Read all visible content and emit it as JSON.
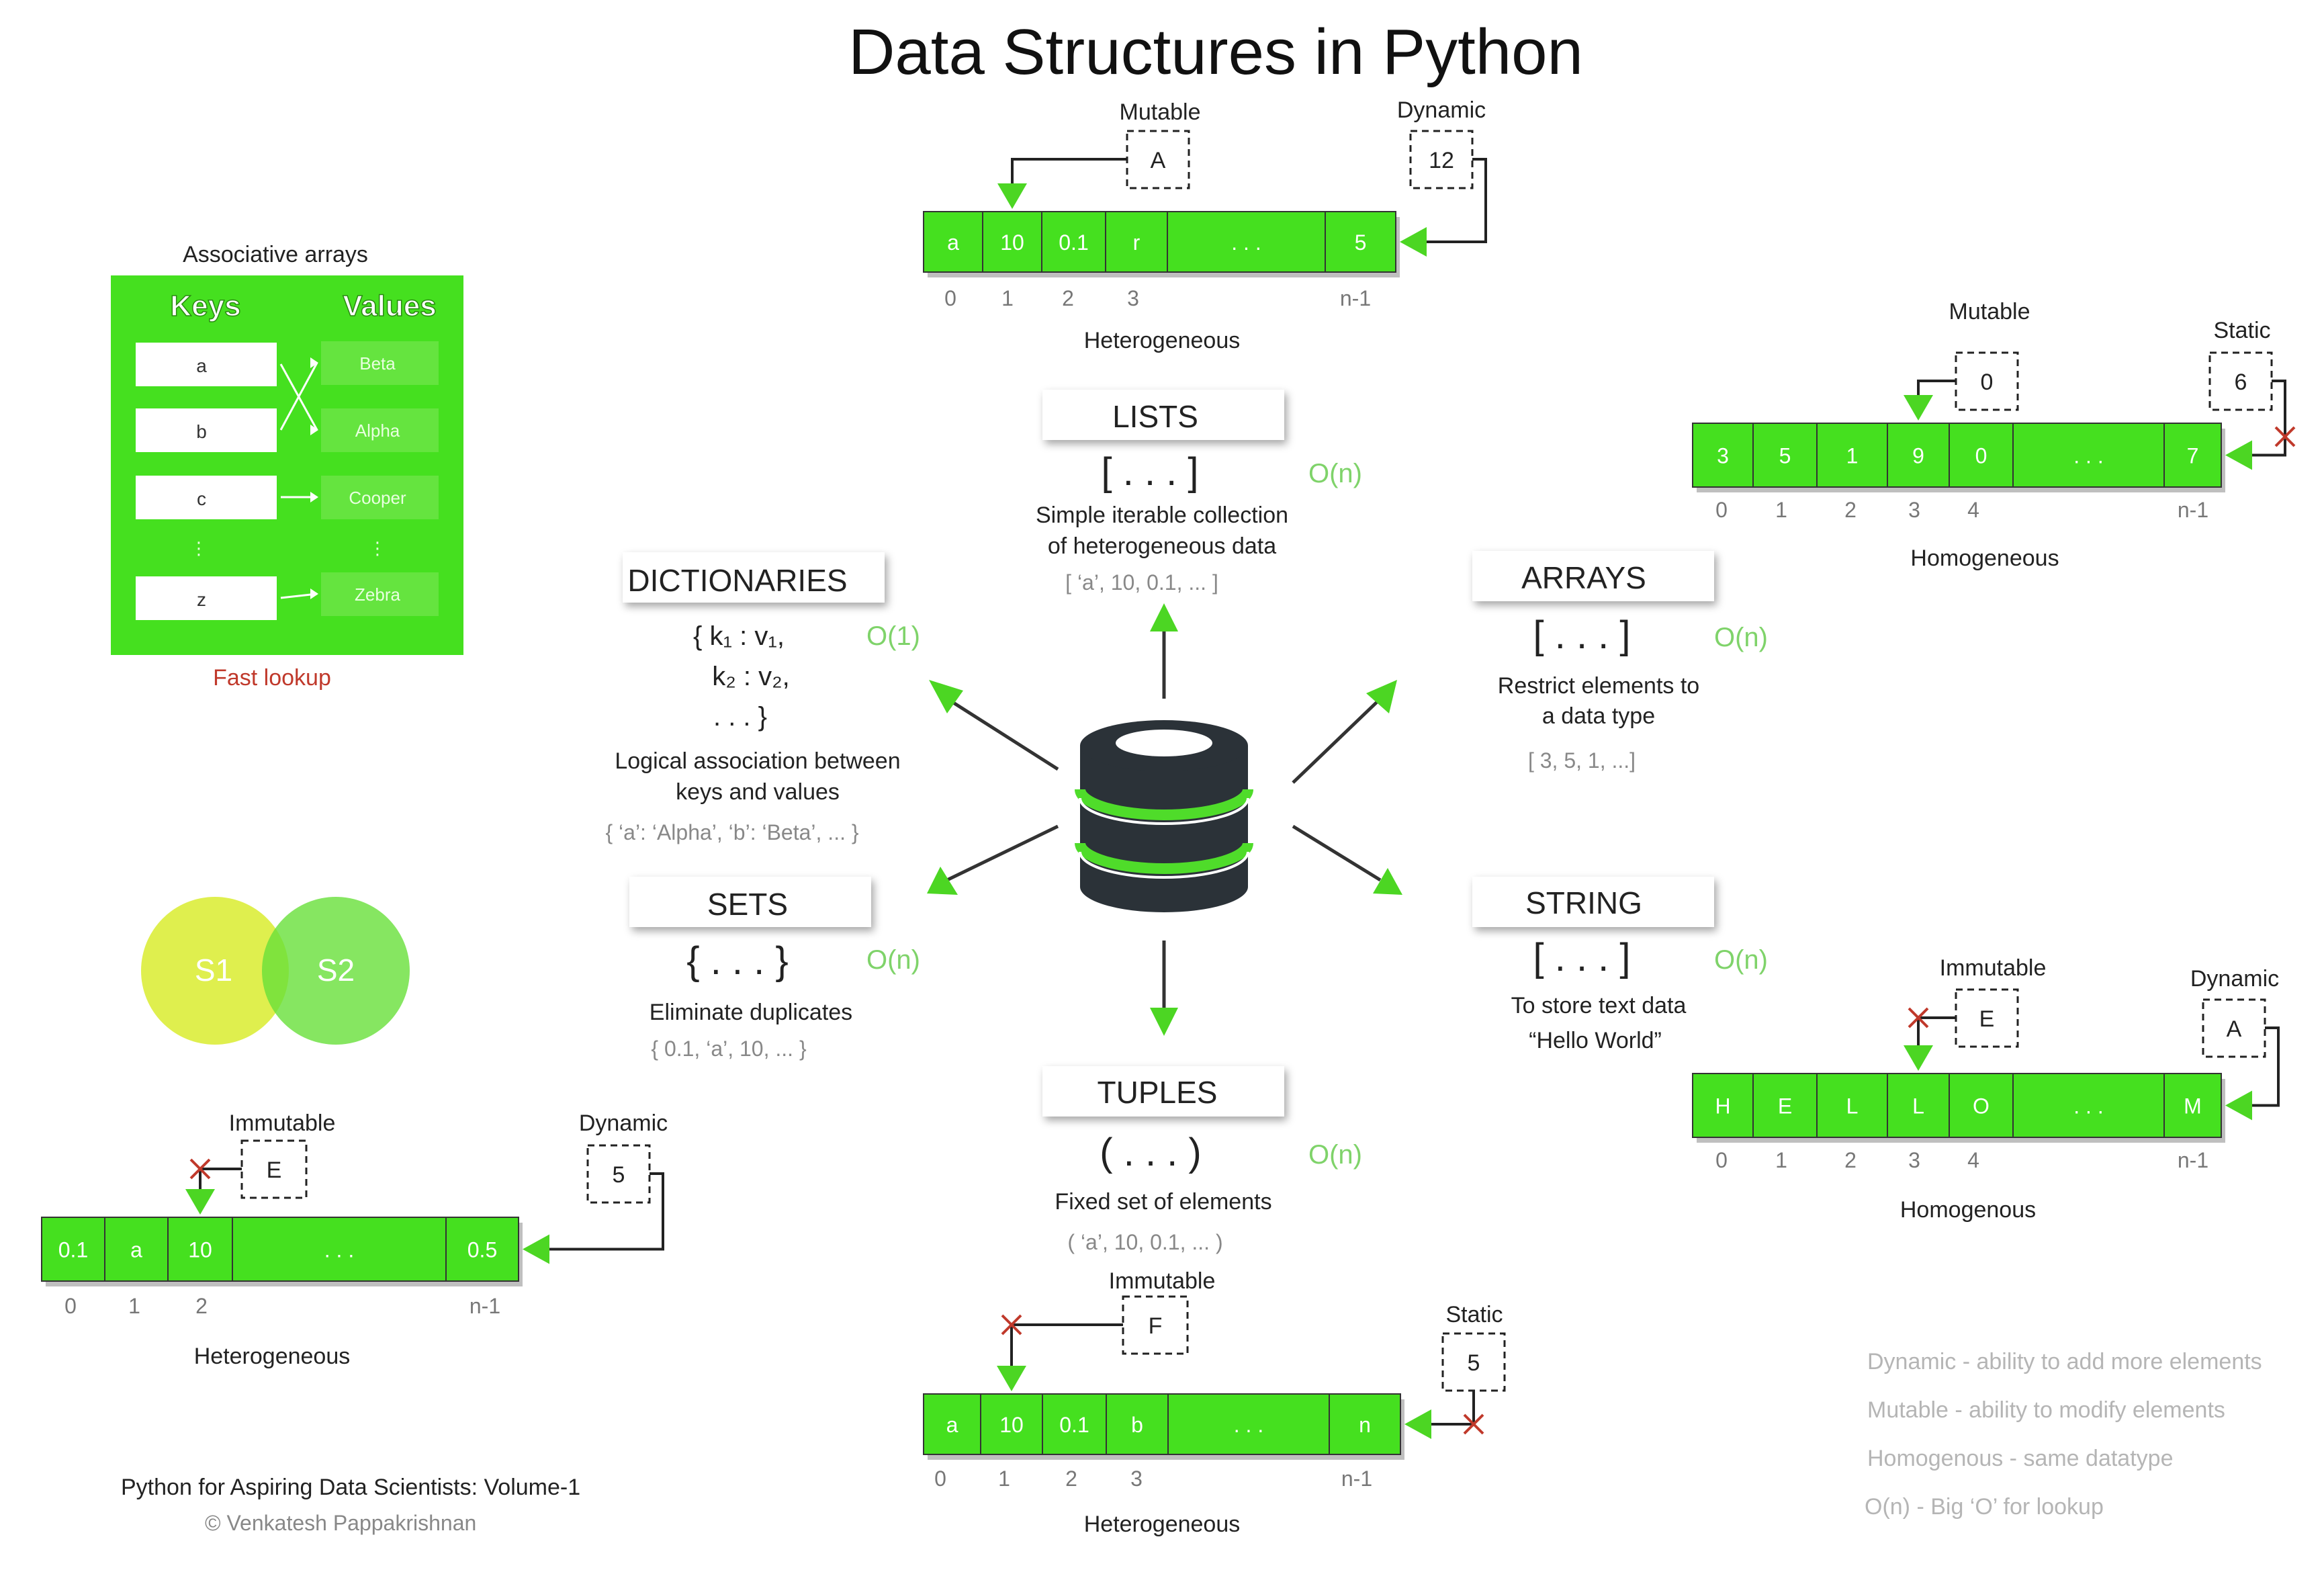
{
  "title": "Data Structures in Python",
  "footer": {
    "book": "Python for Aspiring Data Scientists: Volume-1",
    "author": "© Venkatesh Pappakrishnan"
  },
  "legend": [
    "Dynamic - ability to add more elements",
    "Mutable - ability to modify elements",
    "Homogenous - same datatype",
    "O(n) - Big ‘O’ for lookup"
  ],
  "hub": {
    "lists": {
      "title": "LISTS",
      "symbol": "[ . . . ]",
      "complexity": "O(n)",
      "desc1": "Simple iterable collection",
      "desc2": "of heterogeneous data",
      "example": "[ ‘a’, 10, 0.1, ... ]"
    },
    "arrays": {
      "title": "ARRAYS",
      "symbol": "[ . . . ]",
      "complexity": "O(n)",
      "desc1": "Restrict elements to",
      "desc2": "a data type",
      "example": "[ 3, 5, 1, ...]"
    },
    "string": {
      "title": "STRING",
      "symbol": "[ . . . ]",
      "complexity": "O(n)",
      "desc1": "To store text data",
      "desc2": "“Hello World”"
    },
    "tuples": {
      "title": "TUPLES",
      "symbol": "( . . . )",
      "complexity": "O(n)",
      "desc1": "Fixed set of elements",
      "example": "( ‘a’, 10, 0.1, ... )"
    },
    "sets": {
      "title": "SETS",
      "symbol": "{ . . . }",
      "complexity": "O(n)",
      "desc1": "Eliminate duplicates",
      "example": "{ 0.1, ‘a’, 10, ... }"
    },
    "dictionaries": {
      "title": "DICTIONARIES",
      "line1": "{ k₁ : v₁,",
      "line2": "k₂ : v₂,",
      "line3": ". . . }",
      "complexity": "O(1)",
      "desc1": "Logical association between",
      "desc2": "keys and values",
      "example": "{ ‘a’: ‘Alpha’, ‘b’: ‘Beta’, ... }"
    }
  },
  "panels": {
    "list": {
      "mut": "Mutable",
      "mutBox": "A",
      "dyn": "Dynamic",
      "dynBox": "12",
      "cells": [
        "a",
        "10",
        "0.1",
        "r",
        ". . .",
        "5"
      ],
      "idx": [
        "0",
        "1",
        "2",
        "3",
        "n-1"
      ],
      "caption": "Heterogeneous"
    },
    "array": {
      "mut": "Mutable",
      "mutBox": "0",
      "dyn": "Static",
      "dynBox": "6",
      "cells": [
        "3",
        "5",
        "1",
        "9",
        "0",
        ". . .",
        "7"
      ],
      "idx": [
        "0",
        "1",
        "2",
        "3",
        "4",
        "n-1"
      ],
      "caption": "Homogeneous"
    },
    "string": {
      "mut": "Immutable",
      "mutBox": "E",
      "dyn": "Dynamic",
      "dynBox": "A",
      "cells": [
        "H",
        "E",
        "L",
        "L",
        "O",
        ". . .",
        "M"
      ],
      "idx": [
        "0",
        "1",
        "2",
        "3",
        "4",
        "n-1"
      ],
      "caption": "Homogenous"
    },
    "tuple": {
      "mut": "Immutable",
      "mutBox": "F",
      "dyn": "Static",
      "dynBox": "5",
      "cells": [
        "a",
        "10",
        "0.1",
        "b",
        ". . .",
        "n"
      ],
      "idx": [
        "0",
        "1",
        "2",
        "3",
        "n-1"
      ],
      "caption": "Heterogeneous"
    },
    "set": {
      "mut": "Immutable",
      "mutBox": "E",
      "dyn": "Dynamic",
      "dynBox": "5",
      "cells": [
        "0.1",
        "a",
        "10",
        ". . .",
        "0.5"
      ],
      "idx": [
        "0",
        "1",
        "2",
        "n-1"
      ],
      "caption": "Heterogeneous"
    }
  },
  "assoc": {
    "title": "Associative arrays",
    "keysHdr": "Keys",
    "valuesHdr": "Values",
    "keys": [
      "a",
      "b",
      "c",
      "z"
    ],
    "values": [
      "Beta",
      "Alpha",
      "Cooper",
      "Zebra"
    ],
    "dots": "⋮",
    "caption": "Fast lookup"
  },
  "venn": {
    "s1": "S1",
    "s2": "S2"
  },
  "colors": {
    "green": "#45e01f",
    "arrow": "#4cd623",
    "hdrShadow": "#cfcfcf",
    "db": "#2b3238",
    "dbStripe": "#4fdc2a"
  }
}
